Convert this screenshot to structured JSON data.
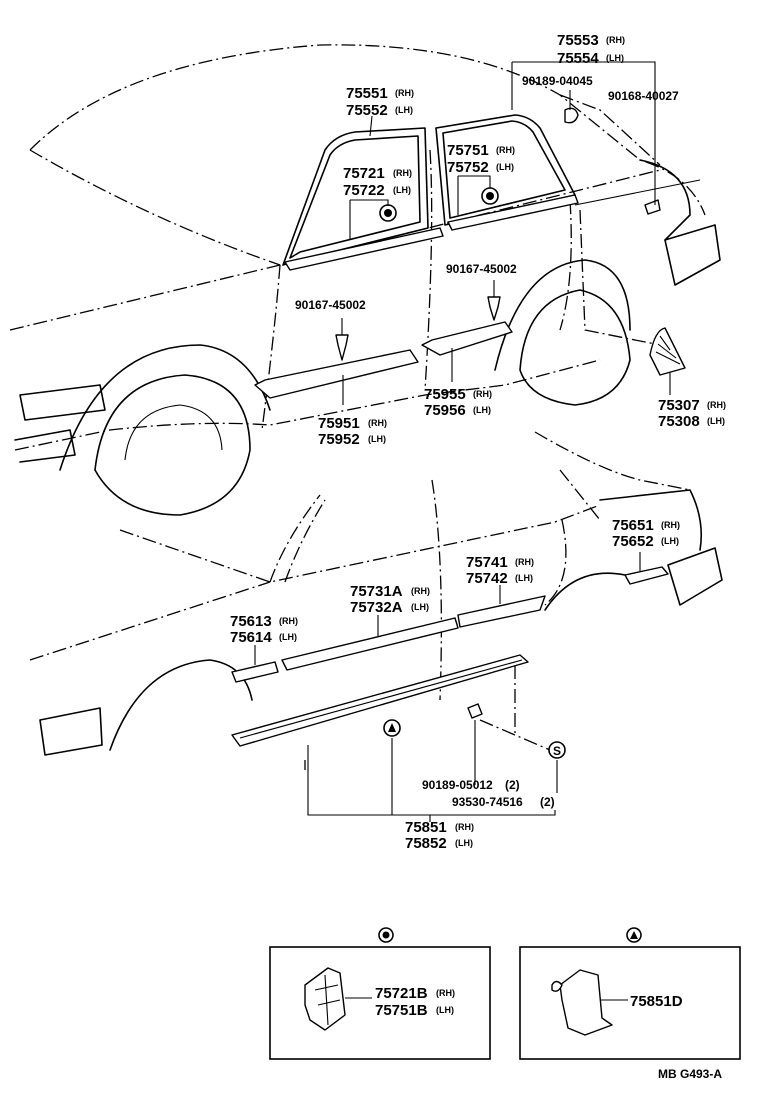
{
  "labels": {
    "p75553": "75553",
    "p75554": "75554",
    "p90189_04045": "90189-04045",
    "p90168_40027": "90168-40027",
    "p75551": "75551",
    "p75552": "75552",
    "p75751": "75751",
    "p75752": "75752",
    "p75721": "75721",
    "p75722": "75722",
    "p90167_45002a": "90167-45002",
    "p90167_45002b": "90167-45002",
    "p75955": "75955",
    "p75956": "75956",
    "p75951": "75951",
    "p75952": "75952",
    "p75307": "75307",
    "p75308": "75308",
    "p75651": "75651",
    "p75652": "75652",
    "p75741": "75741",
    "p75742": "75742",
    "p75731A": "75731A",
    "p75732A": "75732A",
    "p75613": "75613",
    "p75614": "75614",
    "p90189_05012": "90189-05012",
    "qty_05012": "(2)",
    "p93530_74516": "93530-74516",
    "qty_74516": "(2)",
    "p75851": "75851",
    "p75852": "75852",
    "p75721B": "75721B",
    "p75751B": "75751B",
    "p75851D": "75851D",
    "rh": "(RH)",
    "lh": "(LH)",
    "s_marker": "S",
    "ref_code": "MB G493-A"
  },
  "icons": [
    "circle-dot-marker-icon",
    "triangle-marker-icon",
    "s-marker-icon"
  ]
}
